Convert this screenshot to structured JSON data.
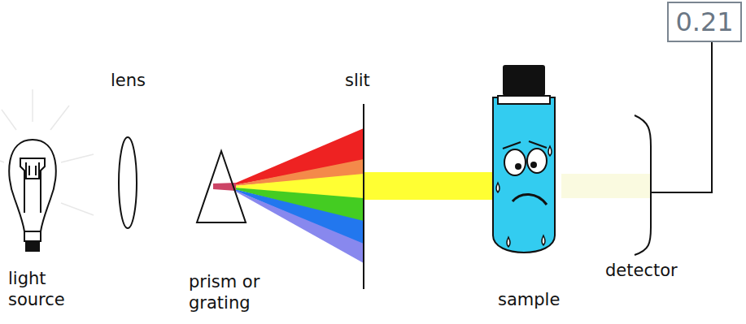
{
  "diagram": {
    "nodes": [
      {
        "text": [
          "0.21"
        ]
      }
    ],
    "labels": [
      "lens",
      "slit",
      "light source",
      "prism or grating",
      "sample",
      "detector"
    ]
  }
}
